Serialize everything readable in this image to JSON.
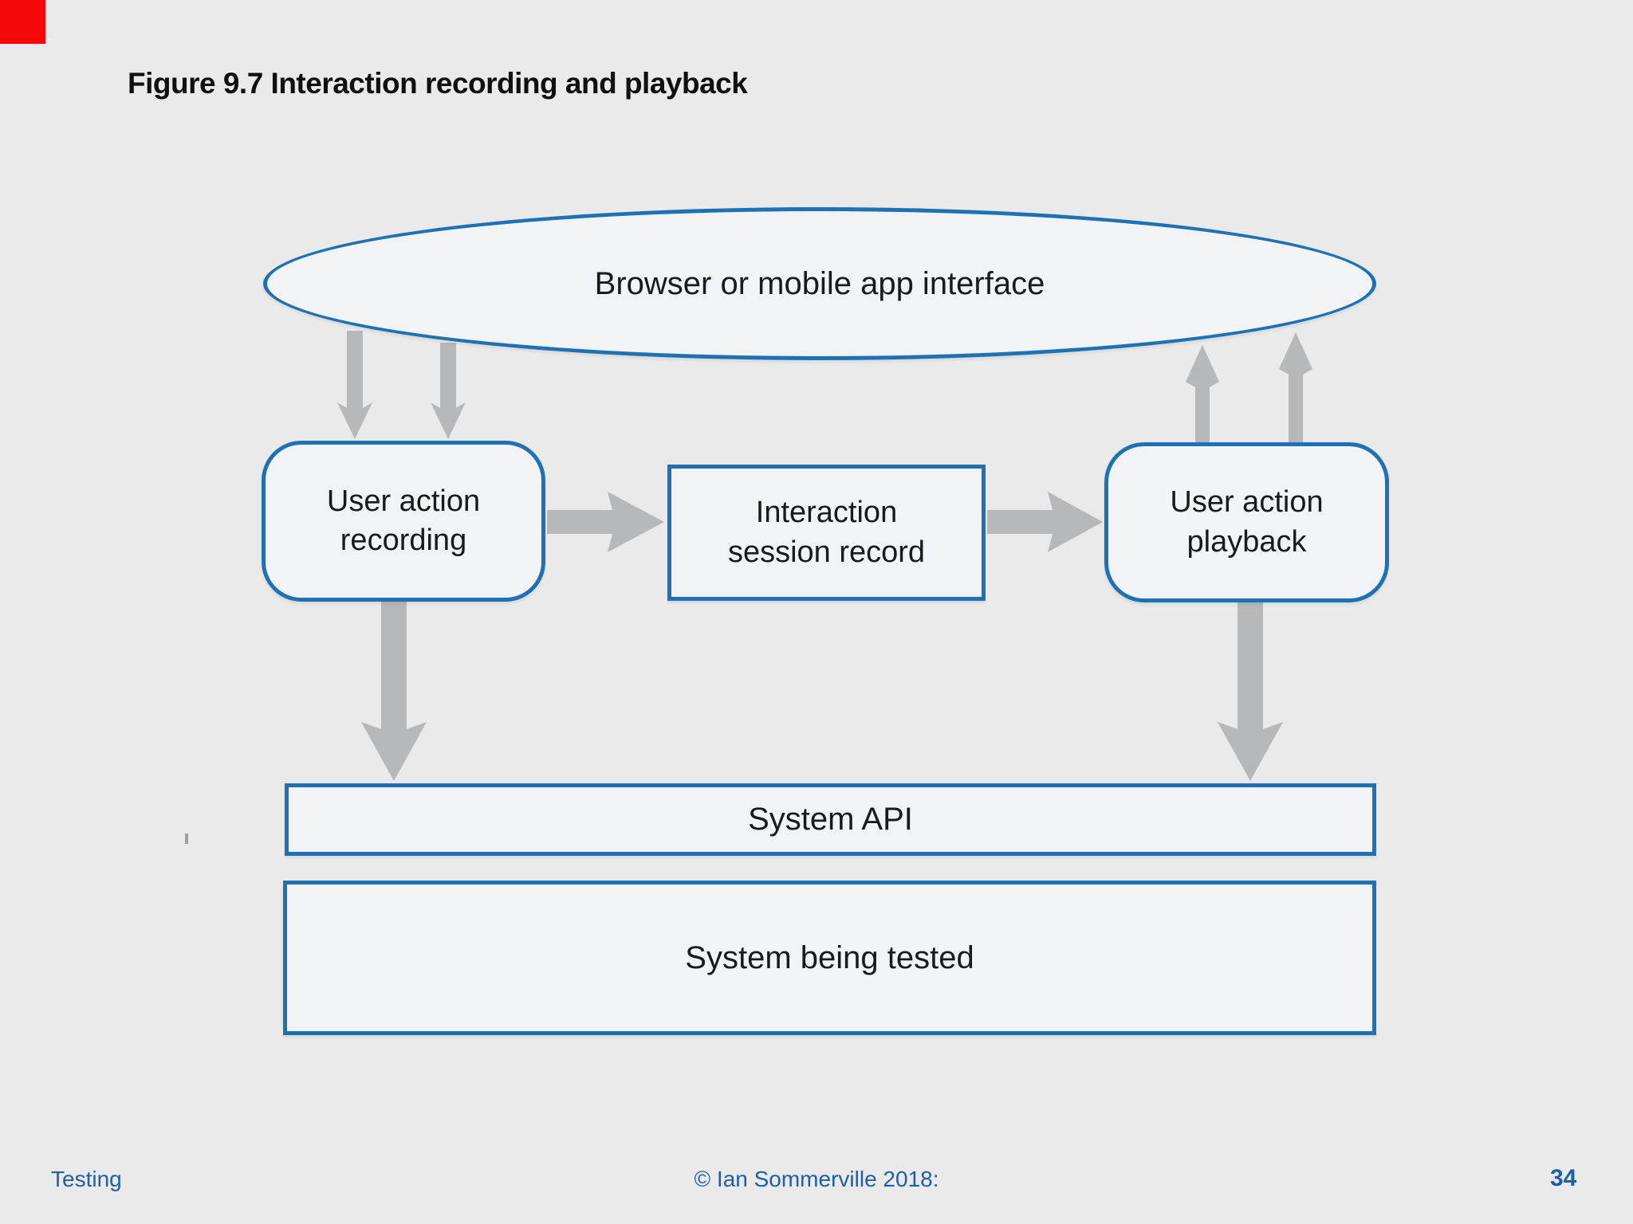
{
  "slide": {
    "title": "Figure 9.7 Interaction recording and playback",
    "nodes": {
      "interface": "Browser or mobile app interface",
      "recording": "User action recording",
      "session_record": "Interaction session record",
      "playback": "User action playback",
      "system_api": "System API",
      "system_under_test": "System being tested"
    },
    "footer": {
      "section": "Testing",
      "copyright": "© Ian Sommerville 2018:",
      "page_number": "34"
    },
    "colors": {
      "background": "#eaeaea",
      "shape_border_blue": "#1e72b4",
      "shape_fill": "#f2f3f6",
      "arrow_gray": "#b7b8ba",
      "footer_blue": "#1e5fa8",
      "title_text": "#101010",
      "marker_red": "#f50707"
    }
  }
}
